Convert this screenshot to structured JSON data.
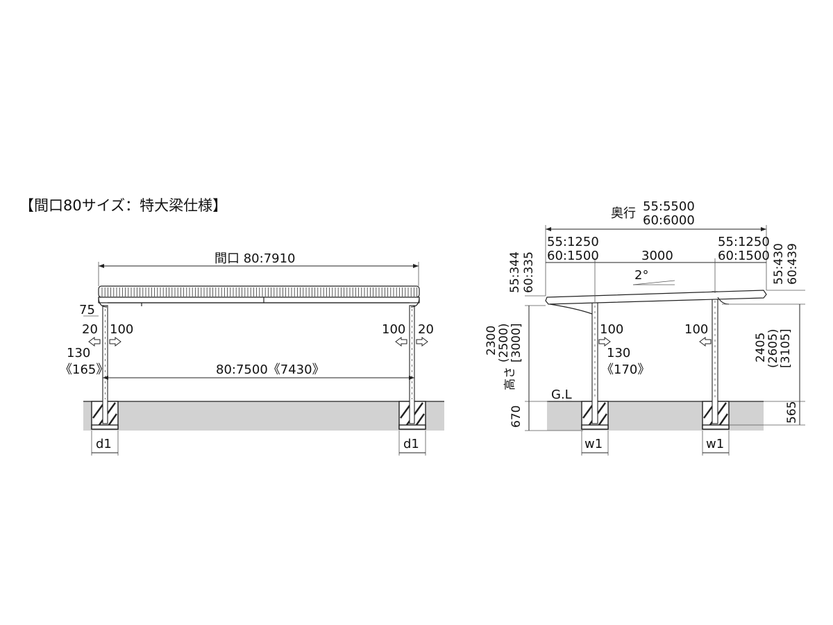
{
  "title": "【間口80サイズ：特大梁仕様】",
  "front": {
    "width_total": "間口 80:7910",
    "inner_width": "80:7500《7430》",
    "dim_75": "75",
    "left_20": "20",
    "left_100": "100",
    "right_100": "100",
    "right_20": "20",
    "left_130": "130",
    "left_165": "《165》",
    "footing_left": "d1",
    "footing_right": "d1"
  },
  "side": {
    "depth_label": "奥行",
    "depth_55": "55:5500",
    "depth_60": "60:6000",
    "overhang_left_55": "55:1250",
    "overhang_left_60": "60:1500",
    "span_center": "3000",
    "overhang_right_55": "55:1250",
    "overhang_right_60": "60:1500",
    "slope": "2°",
    "left_roof_55": "55:344",
    "left_roof_60": "60:335",
    "right_roof_55": "55:430",
    "right_roof_60": "60:439",
    "height_label": "高さ",
    "height_2300": "2300",
    "height_2500": "(2500)",
    "height_3000": "[3000]",
    "right_2405": "2405",
    "right_2605": "(2605)",
    "right_3105": "[3105]",
    "post_front_100": "100",
    "post_front_130": "130",
    "post_front_170": "《170》",
    "post_back_100": "100",
    "gl": "G.L",
    "depth_670": "670",
    "depth_565": "565",
    "footing_front": "w1",
    "footing_back": "w1"
  }
}
